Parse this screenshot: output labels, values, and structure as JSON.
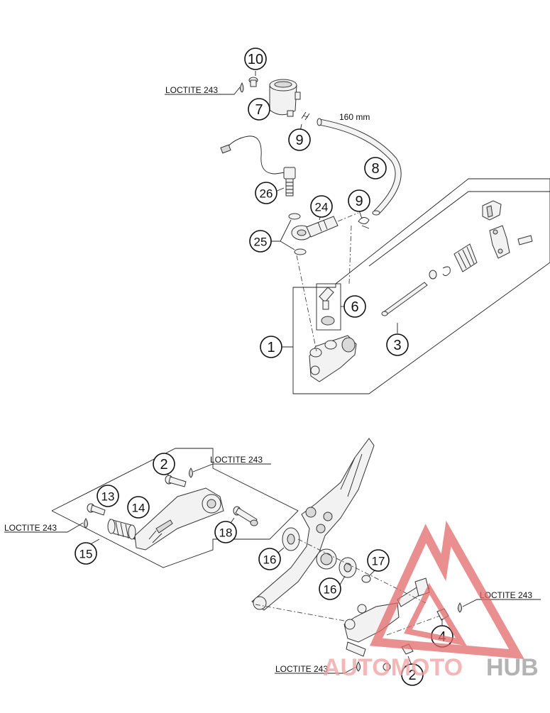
{
  "callouts": [
    "10",
    "7",
    "9",
    "8",
    "26",
    "24",
    "9",
    "25",
    "6",
    "1",
    "3",
    "2",
    "13",
    "14",
    "15",
    "18",
    "16",
    "17",
    "16",
    "4",
    "2"
  ],
  "measurement": "160 mm",
  "loctite": [
    "LOCTITE 243",
    "LOCTITE 243",
    "LOCTITE 243",
    "LOCTITE 243",
    "LOCTITE 243"
  ],
  "watermark": {
    "part1": "AUTOMOTO",
    "part2": "HUB",
    "color1": "#f0a0a0",
    "color2": "#9a9a9a",
    "logo_color": "#e36a6a"
  }
}
